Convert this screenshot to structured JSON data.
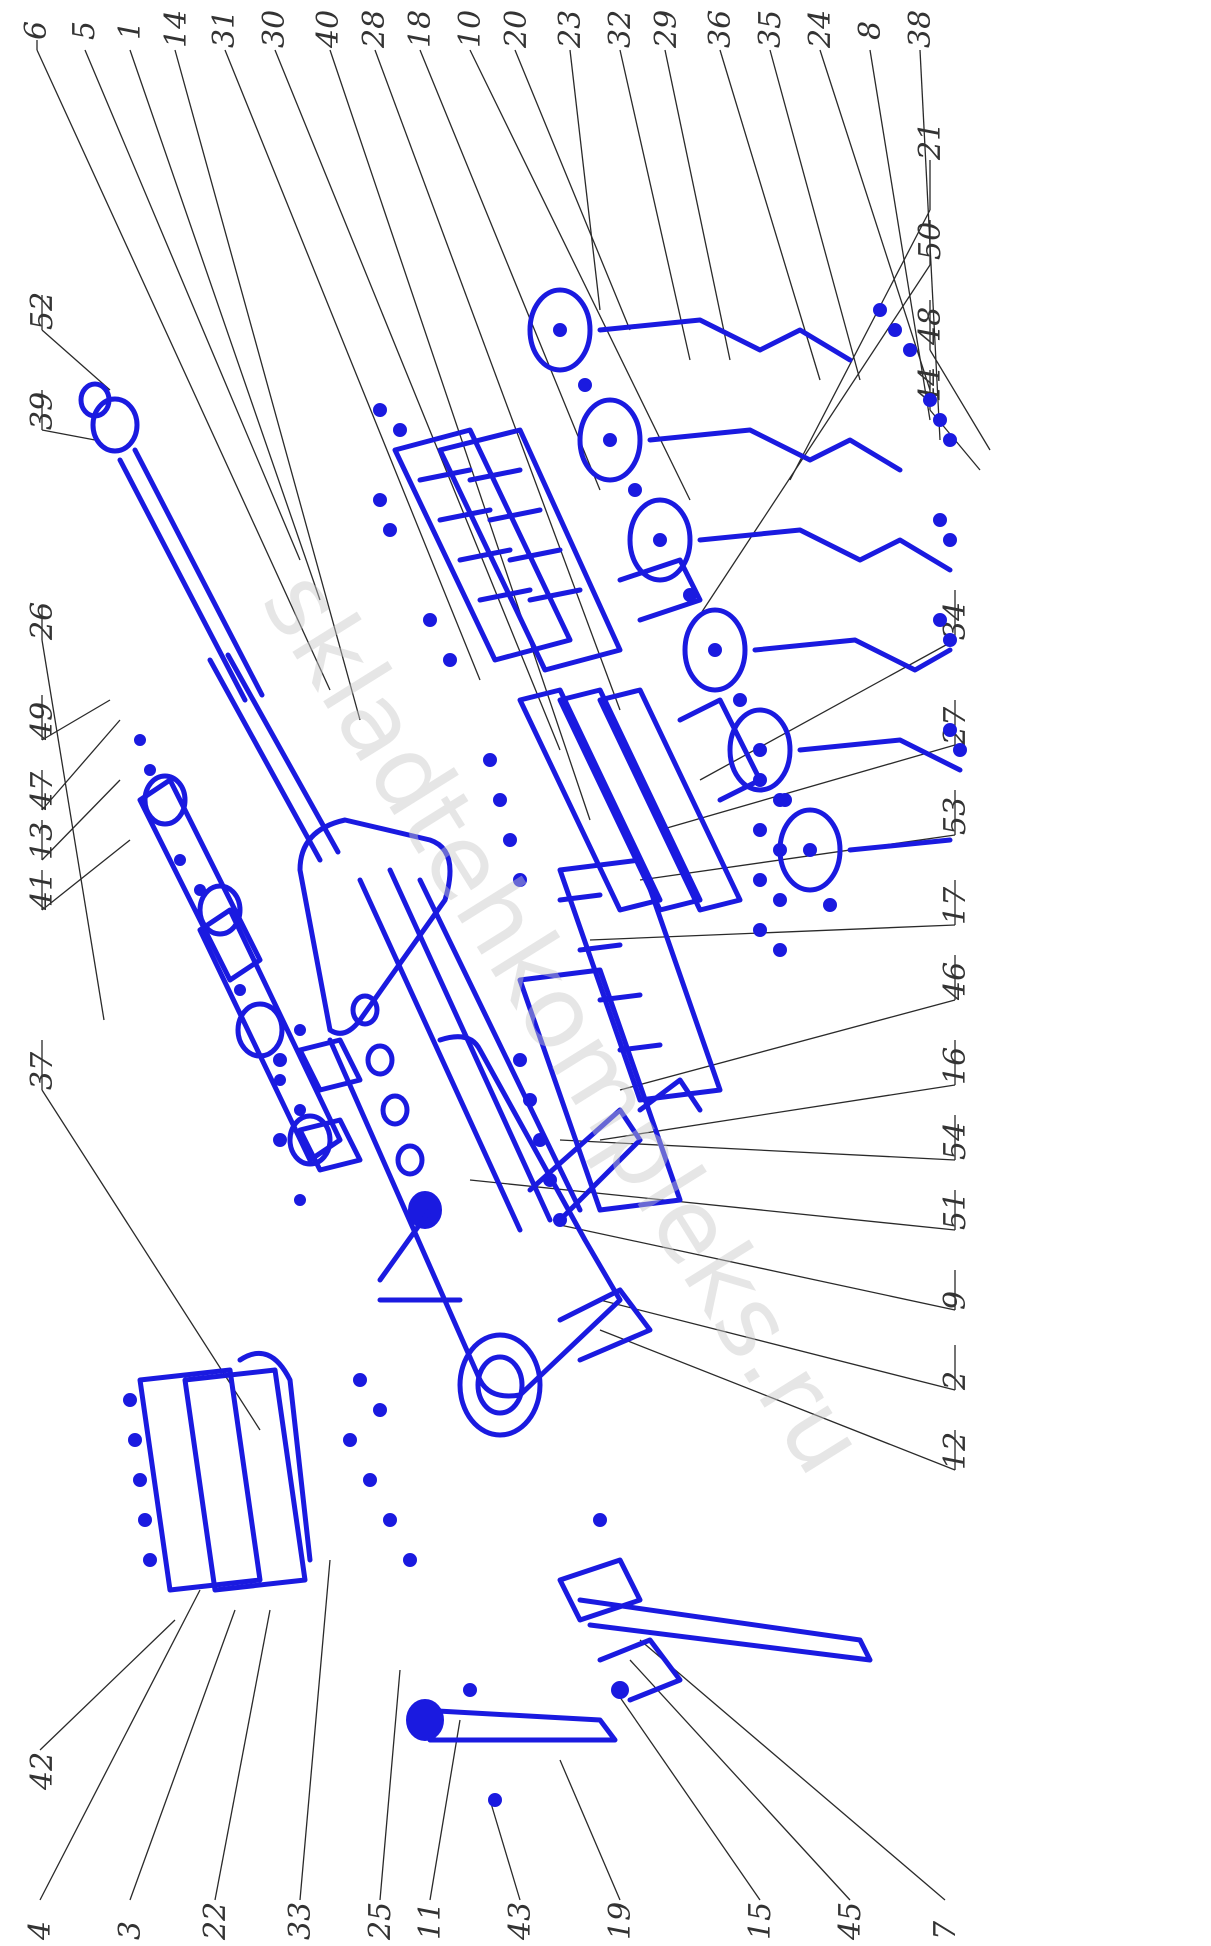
{
  "watermark": "skladtehkompleks.ru",
  "colors": {
    "parts": "#1a1ae0",
    "leaders": "#2a2a2a",
    "labels": "#333333"
  },
  "callouts_top": [
    "6",
    "5",
    "1",
    "14",
    "31",
    "30",
    "40",
    "28",
    "18",
    "10",
    "20",
    "23",
    "32",
    "29",
    "36",
    "35",
    "24",
    "8",
    "38"
  ],
  "callouts_right": [
    "21",
    "50",
    "48",
    "44"
  ],
  "callouts_mid_top": [
    "52",
    "39",
    "26",
    "49",
    "47",
    "13",
    "41",
    "37"
  ],
  "callouts_mid_bottom": [
    "34",
    "27",
    "53",
    "17",
    "46",
    "16",
    "54",
    "51",
    "9",
    "2",
    "12"
  ],
  "callouts_bottom": [
    "4",
    "3",
    "42",
    "22",
    "33",
    "25",
    "11",
    "43",
    "19",
    "15",
    "45",
    "7"
  ]
}
